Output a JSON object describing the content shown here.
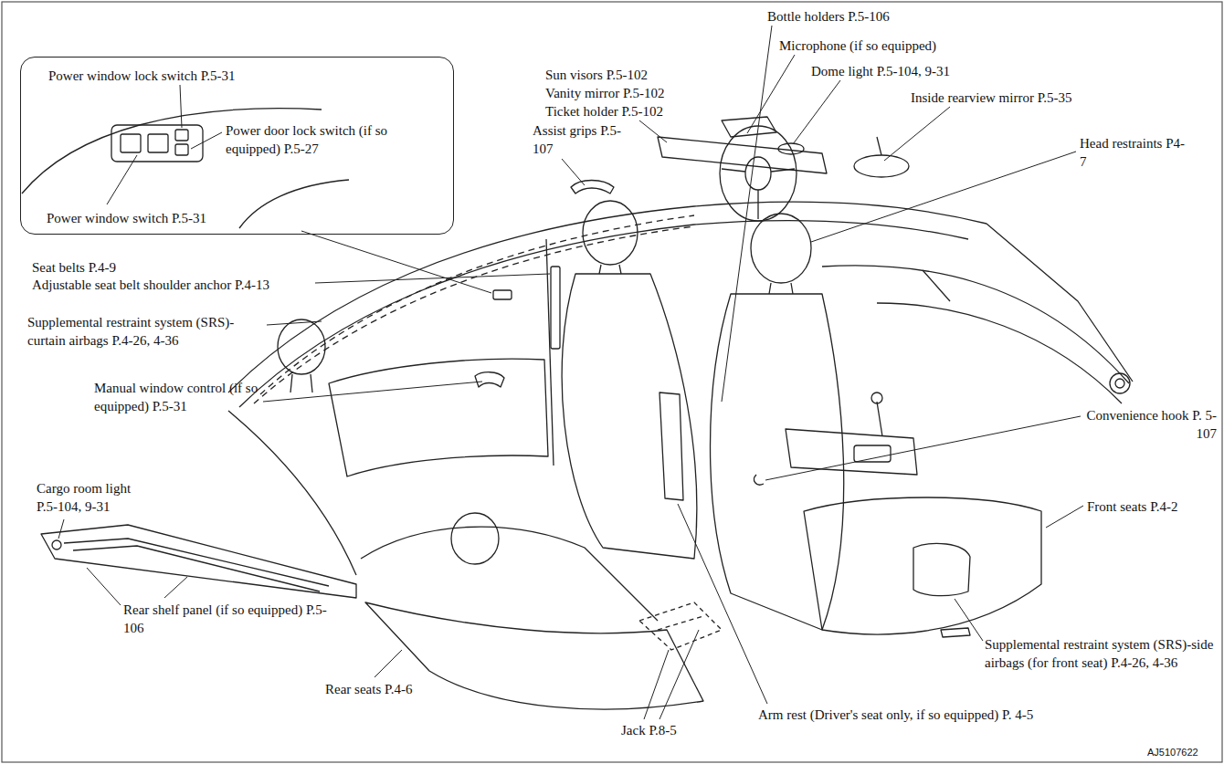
{
  "diagram": {
    "nodes": [
      {
        "text": [
          "Power window lock switch P.5-31",
          "Power door lock switch (if so equipped) P.5-27",
          "Power window switch P.5-31"
        ]
      }
    ],
    "labels": [
      "Bottle holders P.5-106",
      "Microphone (if so equipped)",
      "Sun visors P.5-102",
      "Vanity mirror P.5-102",
      "Ticket holder P.5-102",
      "Dome light P.5-104, 9-31",
      "Assist grips P.5-107",
      "Inside rearview mirror P.5-35",
      "Head restraints P4-7",
      "Seat belts P.4-9",
      "Adjustable seat belt shoulder anchor P.4-13",
      "Supplemental restraint system (SRS)- curtain airbags P.4-26, 4-36",
      "Convenience hook P. 5-107",
      "Manual window control (if so equipped) P.5-31",
      "Cargo room light P.5-104, 9-31",
      "Front seats P.4-2",
      "Supplemental restraint system (SRS)-side airbags (for front seat) P.4-26, 4-36",
      "Rear shelf panel (if so equipped) P.5-106",
      "Rear seats P.4-6",
      "Jack P.8-5",
      "Arm rest (Driver's seat only, if so equipped) P. 4-5",
      "AJ5107622"
    ]
  }
}
